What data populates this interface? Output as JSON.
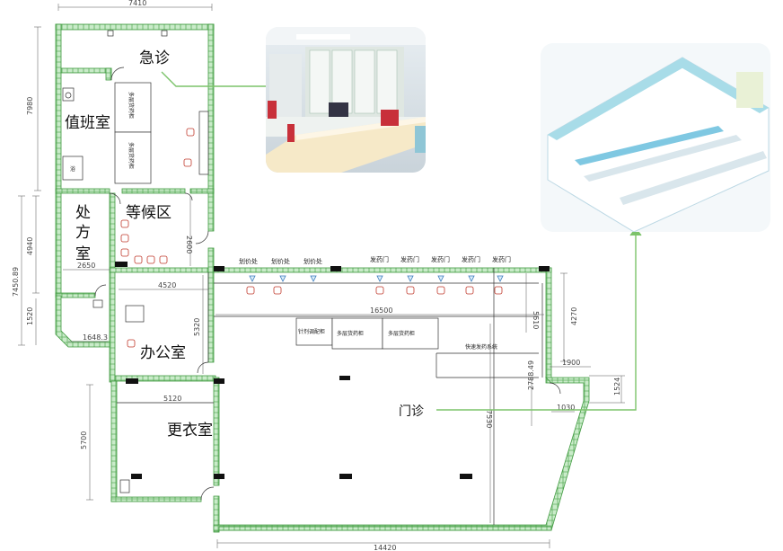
{
  "rooms": {
    "emergency": "急诊",
    "duty_room": "值班室",
    "waiting_area": "等候区",
    "prescription_1": "处",
    "prescription_2": "方",
    "prescription_3": "室",
    "office": "办公室",
    "locker_room": "更衣室",
    "outpatient": "门诊",
    "toilet_mark": "浴"
  },
  "counters": {
    "pricing": [
      "划价处",
      "划价处",
      "划价处"
    ],
    "dispensing": [
      "发药门",
      "发药门",
      "发药门",
      "发药门",
      "发药门"
    ]
  },
  "cabinets": {
    "injection": "针剂调配柜",
    "multi_1": "多层货药柜",
    "multi_2": "多层货药柜",
    "fast_system": "快速发药系统",
    "left_1": "多层货药柜",
    "left_2": "多层货药柜"
  },
  "dimensions": {
    "top_width": "7410",
    "left_height_top": "7980",
    "left_height_mid": "4940",
    "left_outer": "7450.89",
    "left_lower": "1520",
    "prescription_width": "2650",
    "waiting_height": "2600",
    "office_width": "4520",
    "office_height": "5320",
    "bottom_left": "1648.3",
    "main_width": "16500",
    "cabinet_depth": "5610",
    "right_height": "4270",
    "corner_width": "1900",
    "corner_height": "1524",
    "locker_width": "5120",
    "locker_height": "5700",
    "main_height": "7530",
    "entrance_a": "2788.49",
    "entrance_b": "1030",
    "bottom_width": "14420"
  },
  "colors": {
    "wall_green": "#3f9a3f",
    "wall_fill": "#bfe6bf",
    "connector": "#7cc36a"
  }
}
